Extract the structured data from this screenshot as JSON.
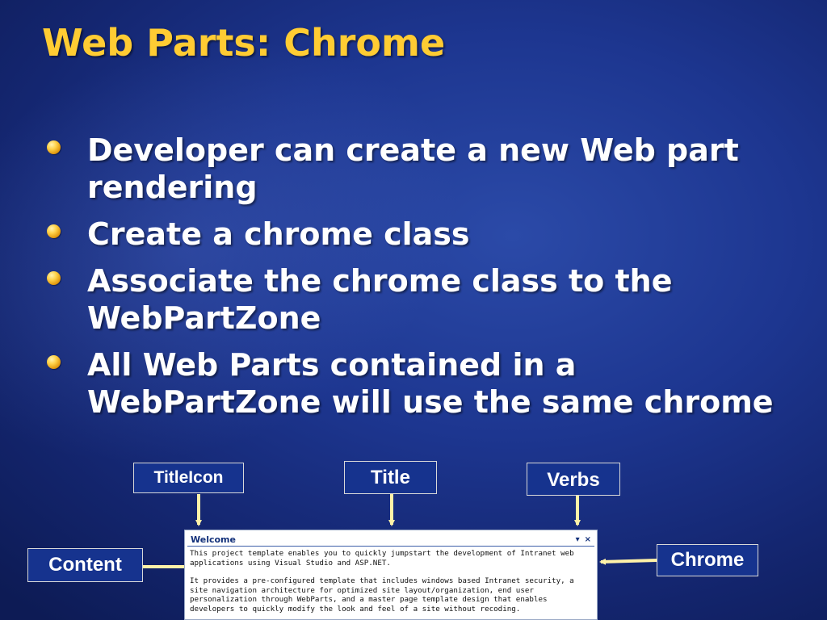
{
  "slide": {
    "title": "Web Parts: Chrome",
    "bullets": [
      "Developer can create a new Web part rendering",
      "Create a chrome class",
      "Associate the chrome class to the WebPartZone",
      "All Web Parts contained in a WebPartZone will use the same chrome"
    ]
  },
  "callouts": {
    "titleicon": "TitleIcon",
    "title": "Title",
    "verbs": "Verbs",
    "content": "Content",
    "chrome": "Chrome"
  },
  "webpart": {
    "title": "Welcome",
    "verbs": {
      "menu_icon": "chevron-down-icon",
      "close_icon": "close-icon",
      "menu_glyph": "▾",
      "close_glyph": "×"
    },
    "paragraphs": [
      "This project template enables you to quickly jumpstart the development of Intranet web applications using Visual Studio and ASP.NET.",
      "It provides a pre-configured template that includes windows based Intranet security, a site navigation architecture for optimized site layout/organization, end user personalization through WebParts, and a master page template design that enables developers to quickly modify the look and feel of a site without recoding."
    ]
  },
  "colors": {
    "title": "#ffcc33",
    "text": "#ffffff",
    "background": "#1d3690",
    "arrow": "#fff2a8",
    "webpart_title": "#12307a"
  }
}
